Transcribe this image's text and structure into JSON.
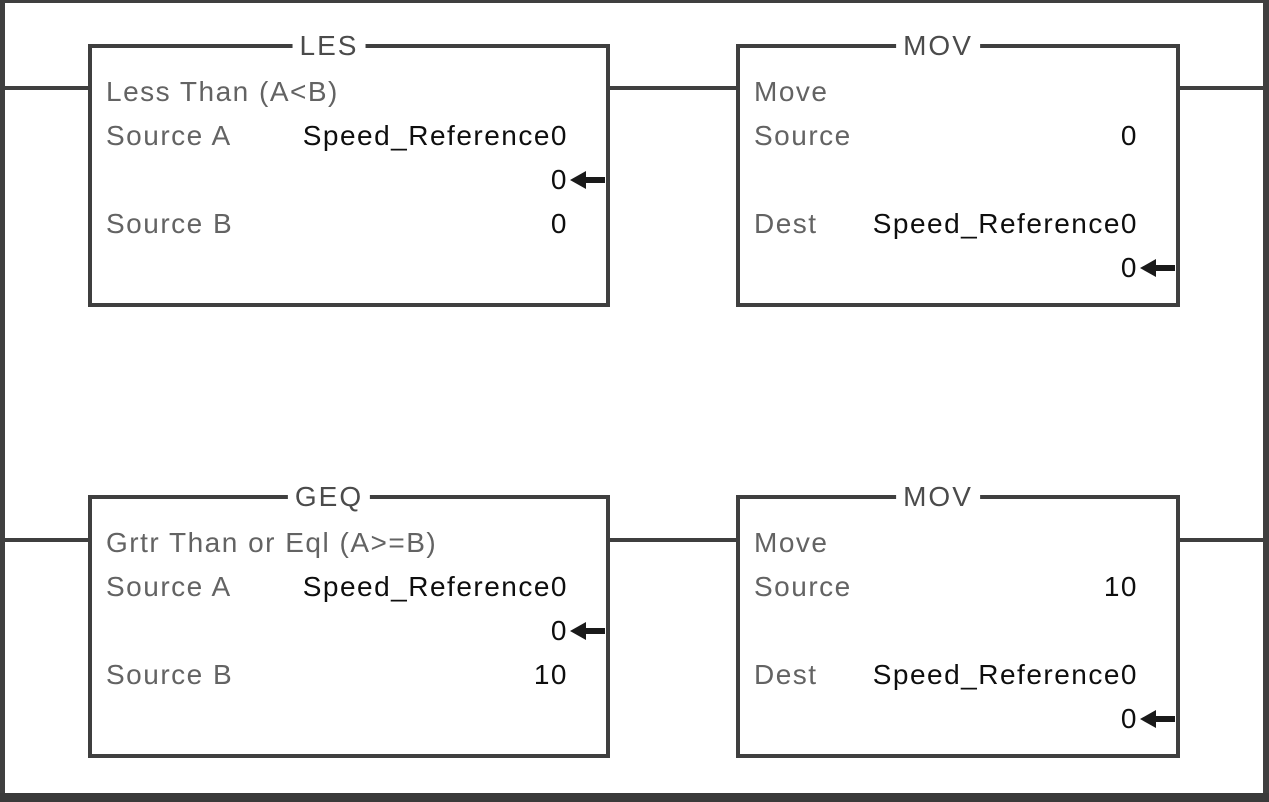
{
  "diagram": {
    "type": "plc-ladder-logic",
    "colors": {
      "background": "#ffffff",
      "line": "#3f3f3f",
      "title_text": "#4b4b4b",
      "label_text": "#636363",
      "value_text": "#0e0e0e"
    },
    "rungs": [
      {
        "blocks": [
          {
            "mnemonic": "LES",
            "rows": [
              {
                "label": "Less Than (A<B)",
                "value": ""
              },
              {
                "label": "Source A",
                "value": "Speed_Reference0"
              },
              {
                "label": "",
                "value": "0",
                "arrow": true
              },
              {
                "label": "Source B",
                "value": "0"
              }
            ]
          },
          {
            "mnemonic": "MOV",
            "rows": [
              {
                "label": "Move",
                "value": ""
              },
              {
                "label": "Source",
                "value": "0"
              },
              {
                "label": "",
                "value": ""
              },
              {
                "label": "Dest",
                "value": "Speed_Reference0"
              },
              {
                "label": "",
                "value": "0",
                "arrow": true
              }
            ]
          }
        ]
      },
      {
        "blocks": [
          {
            "mnemonic": "GEQ",
            "rows": [
              {
                "label": "Grtr Than or Eql (A>=B)",
                "value": ""
              },
              {
                "label": "Source A",
                "value": "Speed_Reference0"
              },
              {
                "label": "",
                "value": "0",
                "arrow": true
              },
              {
                "label": "Source B",
                "value": "10"
              }
            ]
          },
          {
            "mnemonic": "MOV",
            "rows": [
              {
                "label": "Move",
                "value": ""
              },
              {
                "label": "Source",
                "value": "10"
              },
              {
                "label": "",
                "value": ""
              },
              {
                "label": "Dest",
                "value": "Speed_Reference0"
              },
              {
                "label": "",
                "value": "0",
                "arrow": true
              }
            ]
          }
        ]
      }
    ]
  }
}
